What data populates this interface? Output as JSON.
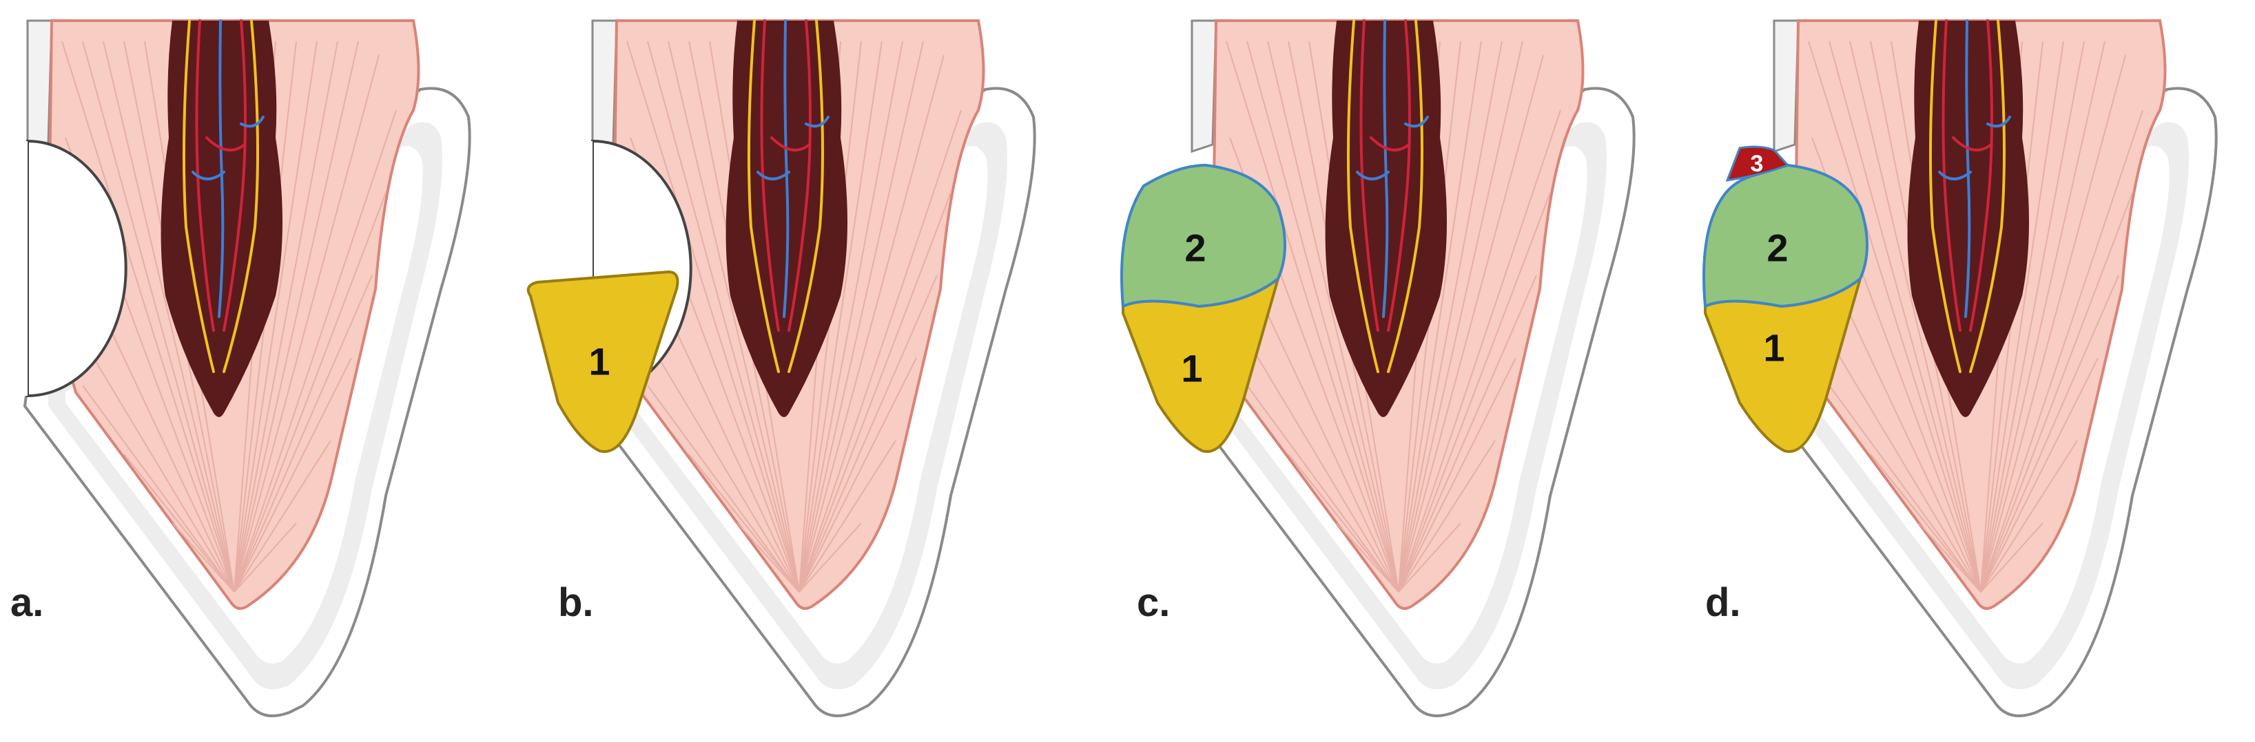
{
  "panels": [
    {
      "label": "a.",
      "restoration_layers": []
    },
    {
      "label": "b.",
      "restoration_layers": [
        "1"
      ]
    },
    {
      "label": "c.",
      "restoration_layers": [
        "1",
        "2"
      ]
    },
    {
      "label": "d.",
      "restoration_layers": [
        "1",
        "2",
        "3"
      ]
    }
  ],
  "colors": {
    "dentin": "#f7cdc4",
    "dentin_lines": "#e6aca2",
    "dentin_outline": "#d98478",
    "pulp": "#5a1b1c",
    "enamel": "#ffffff",
    "enamel_outline": "#8a8a8a",
    "enamel_inner": "#ededee",
    "nerve_yellow": "#f0c21d",
    "nerve_red": "#d0233a",
    "nerve_blue": "#3c7fd6",
    "layer1": "#e8c21f",
    "layer1_outline": "#9a7d10",
    "layer2": "#93c47d",
    "layer2_outline": "#3f86c8",
    "layer3": "#b3161b"
  }
}
